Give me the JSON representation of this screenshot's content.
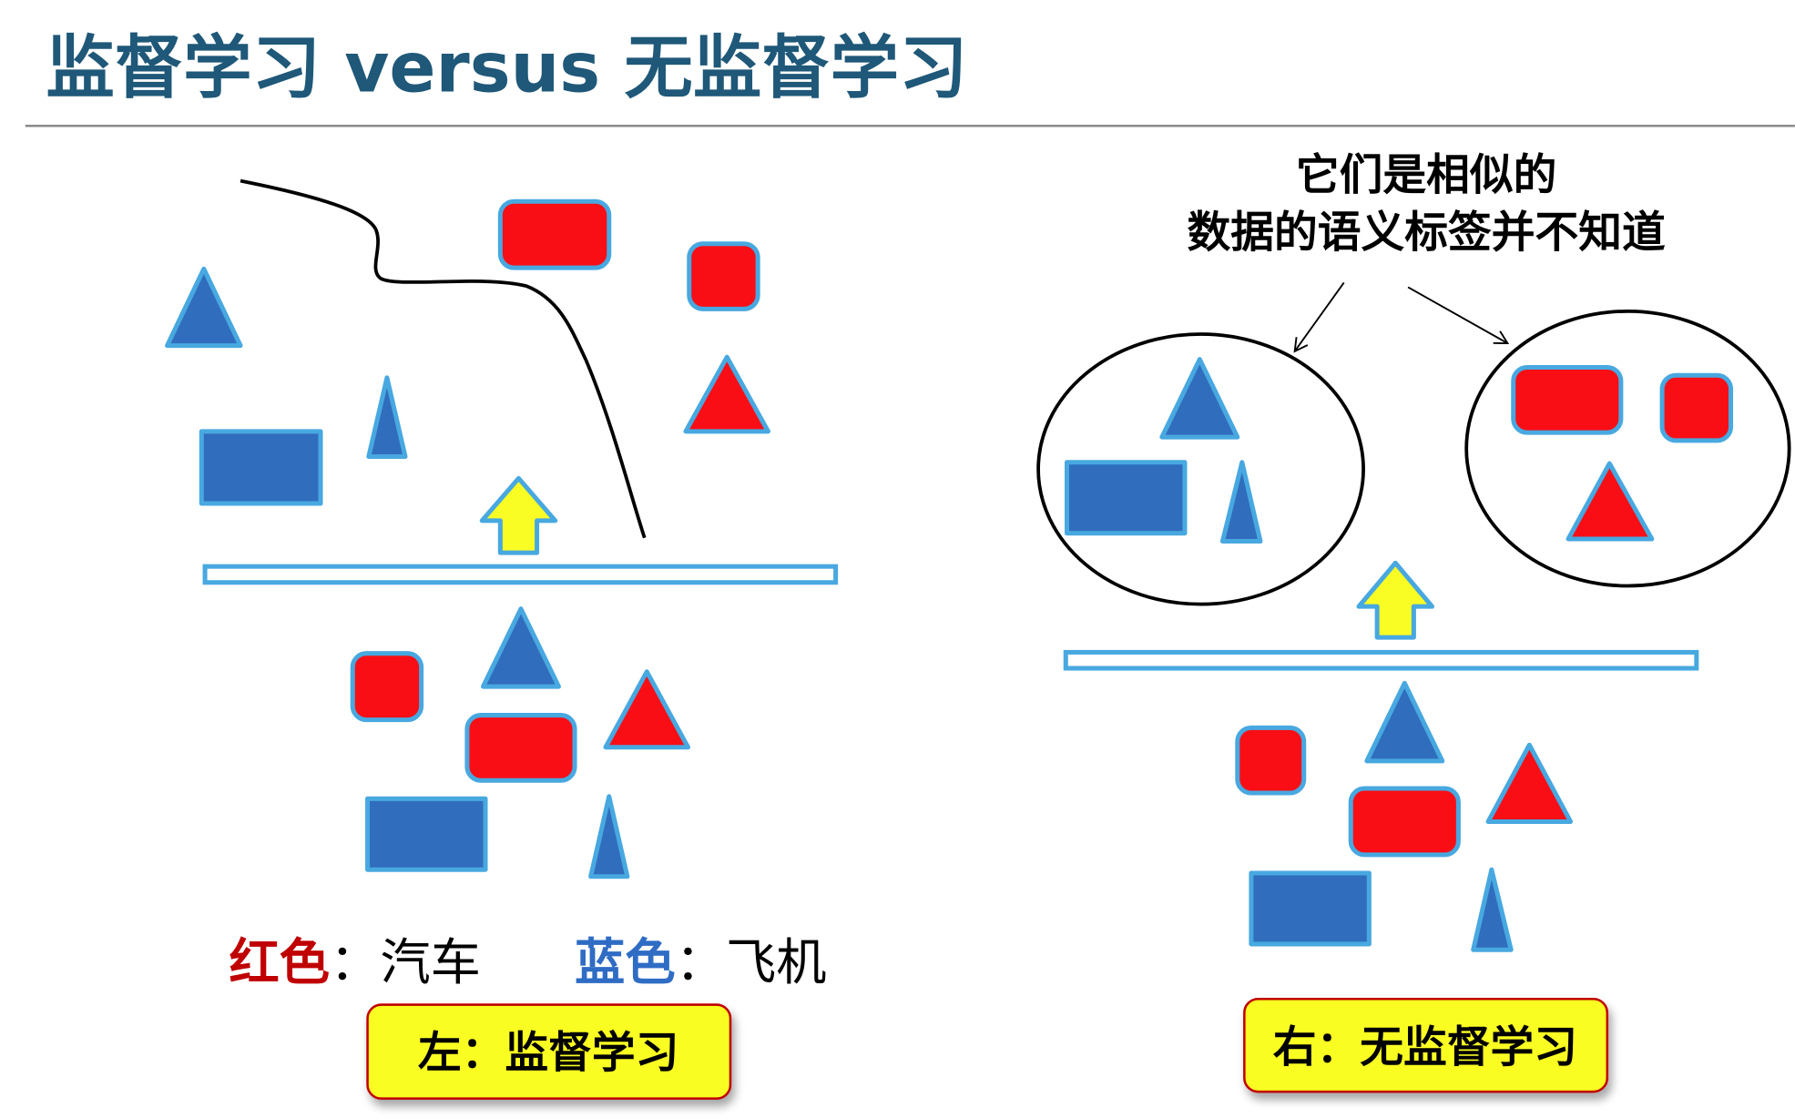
{
  "title": {
    "text": "监督学习 versus 无监督学习"
  },
  "colors": {
    "title": "#1f5878",
    "red_shape": "#f90e16",
    "blue_shape": "#306dbd",
    "outline": "#48a8e0",
    "arrow": "#fafd24",
    "label_box": "#fafd24",
    "red_text": "#c00000",
    "blue_text": "#2f6cc4"
  },
  "left": {
    "legend": {
      "red_word": "红色",
      "red_meaning": "：汽车",
      "blue_word": "蓝色",
      "blue_meaning": "：飞机"
    },
    "label": "左：监督学习"
  },
  "right": {
    "annotation": {
      "line1": "它们是相似的",
      "line2": "数据的语义标签并不知道"
    },
    "label": "右：无监督学习"
  }
}
